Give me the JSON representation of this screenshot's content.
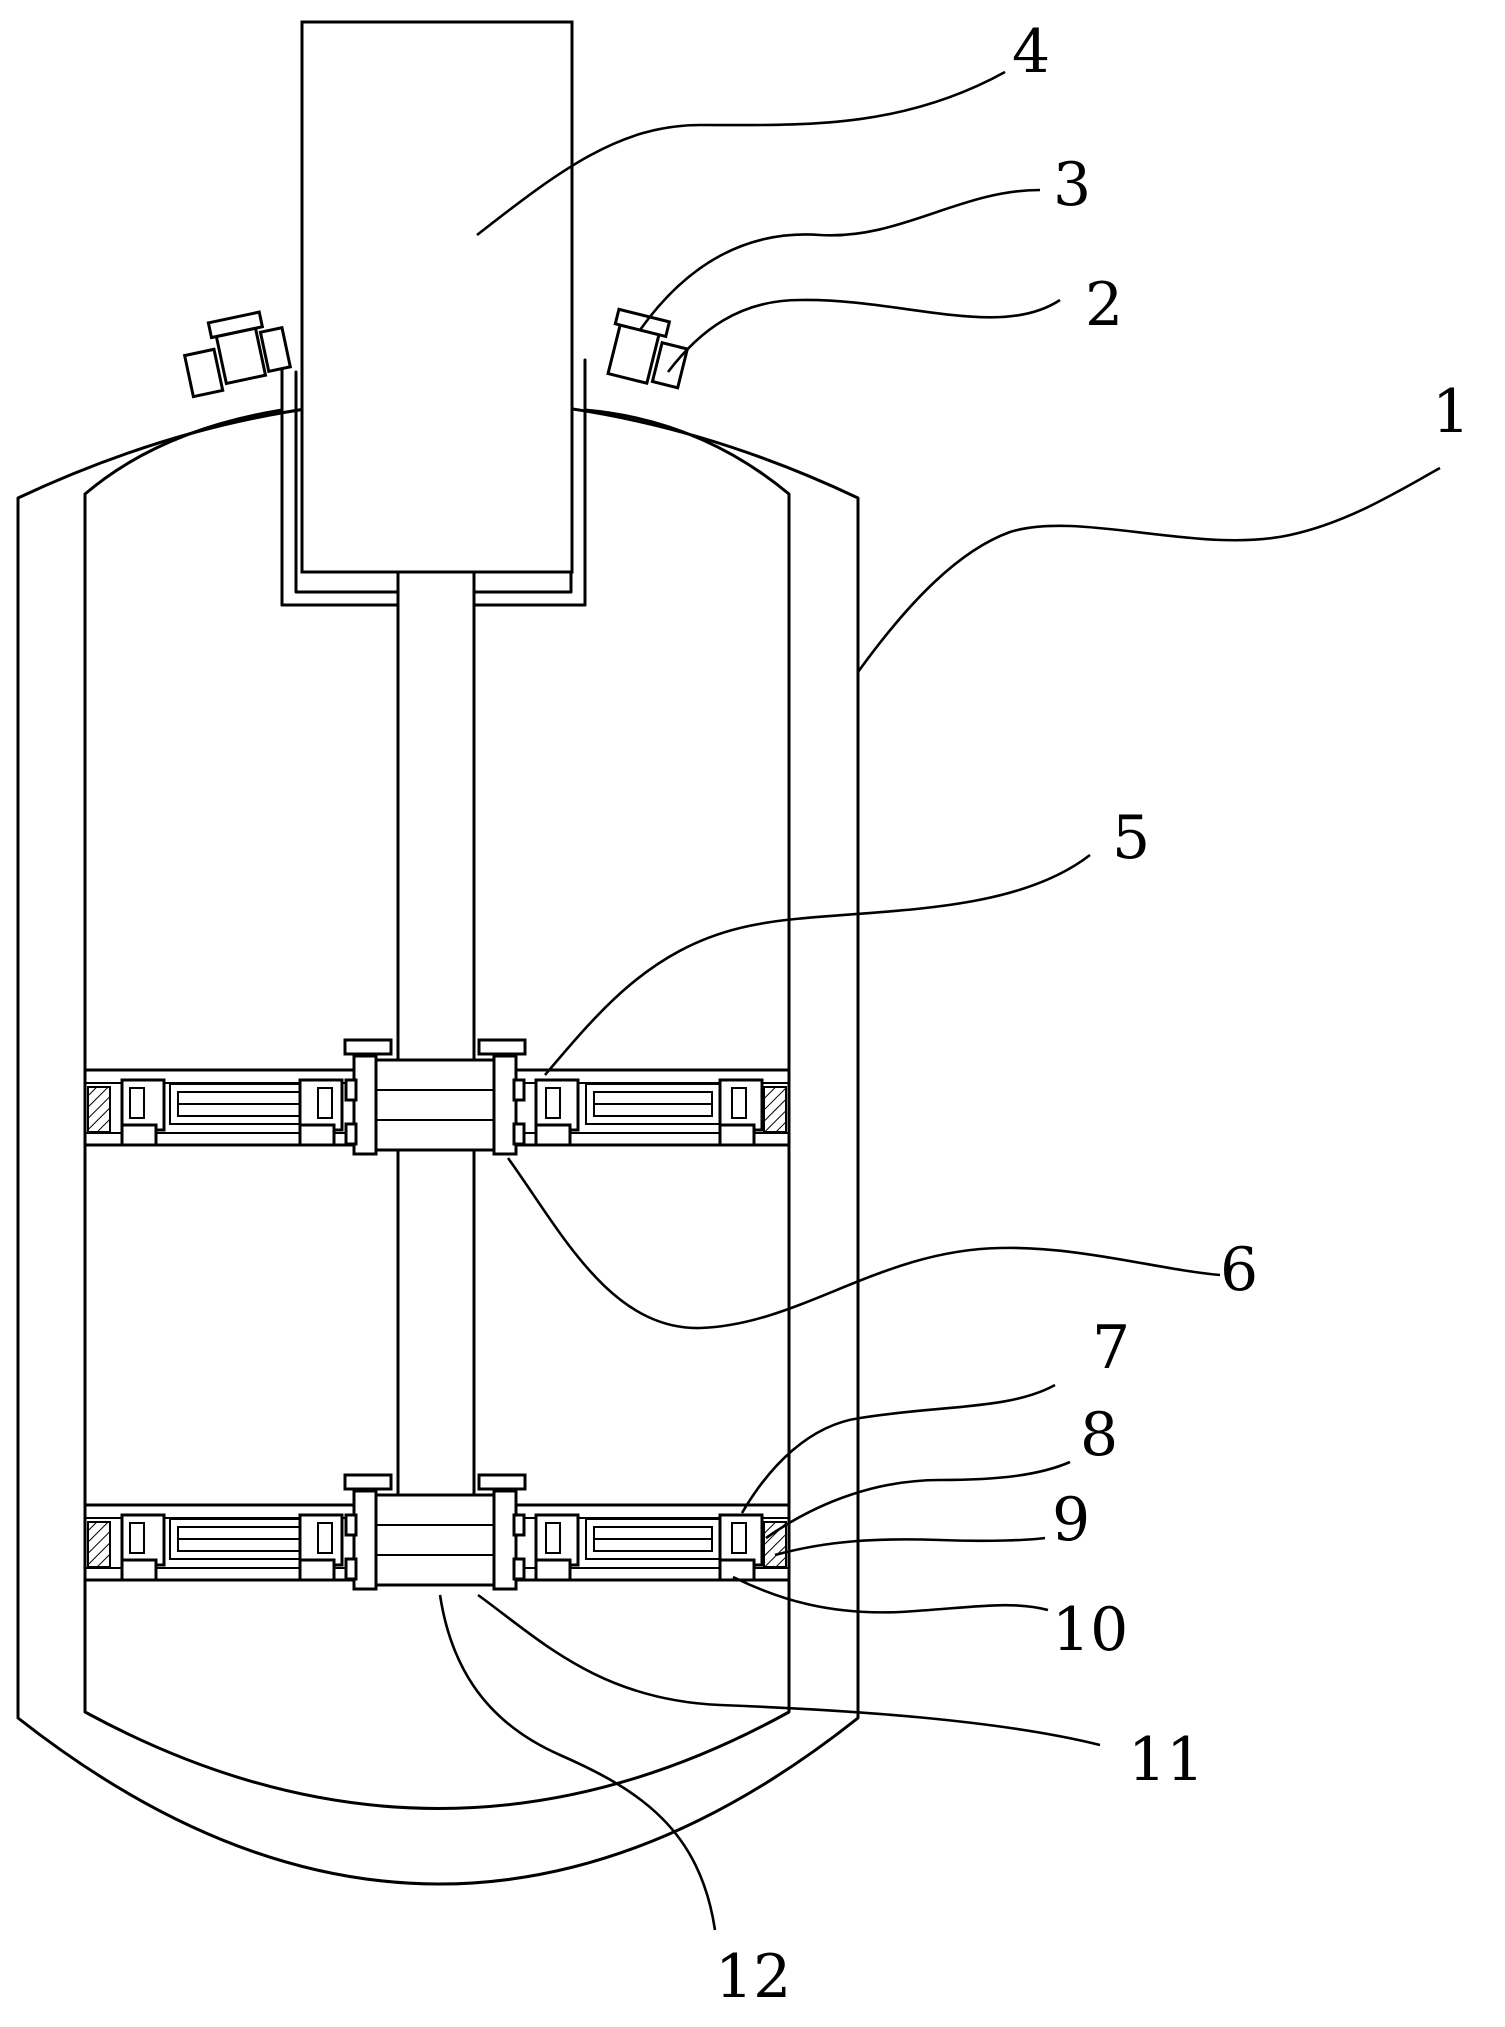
{
  "labels": [
    "1",
    "2",
    "3",
    "4",
    "5",
    "6",
    "7",
    "8",
    "9",
    "10",
    "11",
    "12"
  ]
}
